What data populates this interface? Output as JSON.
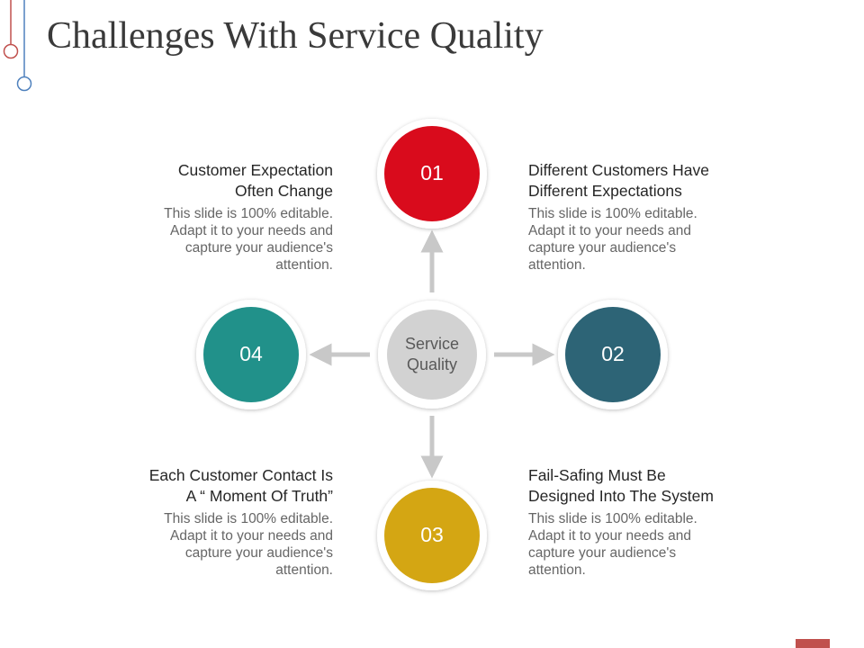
{
  "title": "Challenges With Service Quality",
  "center": {
    "label_line1": "Service",
    "label_line2": "Quality"
  },
  "nodes": [
    {
      "number": "01",
      "color": "#d90b1c",
      "heading_line1": "Different Customers Have",
      "heading_line2": "Different Expectations",
      "body": [
        "This slide is 100% editable.",
        "Adapt it to your needs and",
        "capture your audience's",
        "attention."
      ]
    },
    {
      "number": "02",
      "color": "#2d6476",
      "heading_line1": "Fail-Safing Must Be",
      "heading_line2": "Designed Into The System",
      "body": [
        "This slide is 100% editable.",
        "Adapt it to your needs and",
        "capture your audience's",
        "attention."
      ]
    },
    {
      "number": "03",
      "color": "#d4a613",
      "heading_line1": "Each Customer Contact Is",
      "heading_line2": "A “ Moment Of Truth”",
      "body": [
        "This slide is 100% editable.",
        "Adapt it to your needs and",
        "capture your audience's",
        "attention."
      ]
    },
    {
      "number": "04",
      "color": "#21918a",
      "heading_line1": "Customer Expectation",
      "heading_line2": "Often Change",
      "body": [
        "This slide is 100% editable.",
        "Adapt it to your needs and",
        "capture your audience's",
        "attention."
      ]
    }
  ],
  "colors": {
    "center": "#d2d2d2",
    "arrow": "#c8c8c8",
    "deco_red": "#c0504d",
    "deco_blue": "#4f81bd",
    "footer": "#c0504d"
  }
}
